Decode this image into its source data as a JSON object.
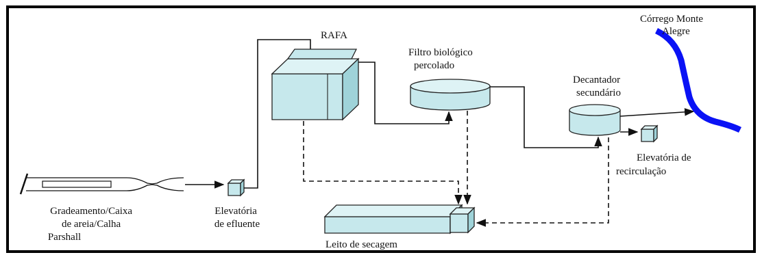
{
  "diagram": {
    "labels": {
      "screening": [
        "Gradeamento/Caixa",
        "de areia/Calha",
        "Parshall"
      ],
      "effluent_pump": [
        "Elevatória",
        "de efluente"
      ],
      "rafa": "RAFA",
      "trickling_filter": [
        "Filtro biológico",
        "percolado"
      ],
      "secondary_clarifier": [
        "Decantador",
        "secundário"
      ],
      "recirculation_pump": [
        "Elevatória de",
        "recirculação"
      ],
      "drying_bed": "Leito de secagem",
      "stream": [
        "Córrego Monte",
        "Alegre"
      ]
    },
    "colors": {
      "unit_fill": "#c6e8ec",
      "unit_fill_dark": "#9fd3d9",
      "stream": "#0a12f5",
      "frame": "#000000",
      "flow_line": "#111111"
    }
  }
}
